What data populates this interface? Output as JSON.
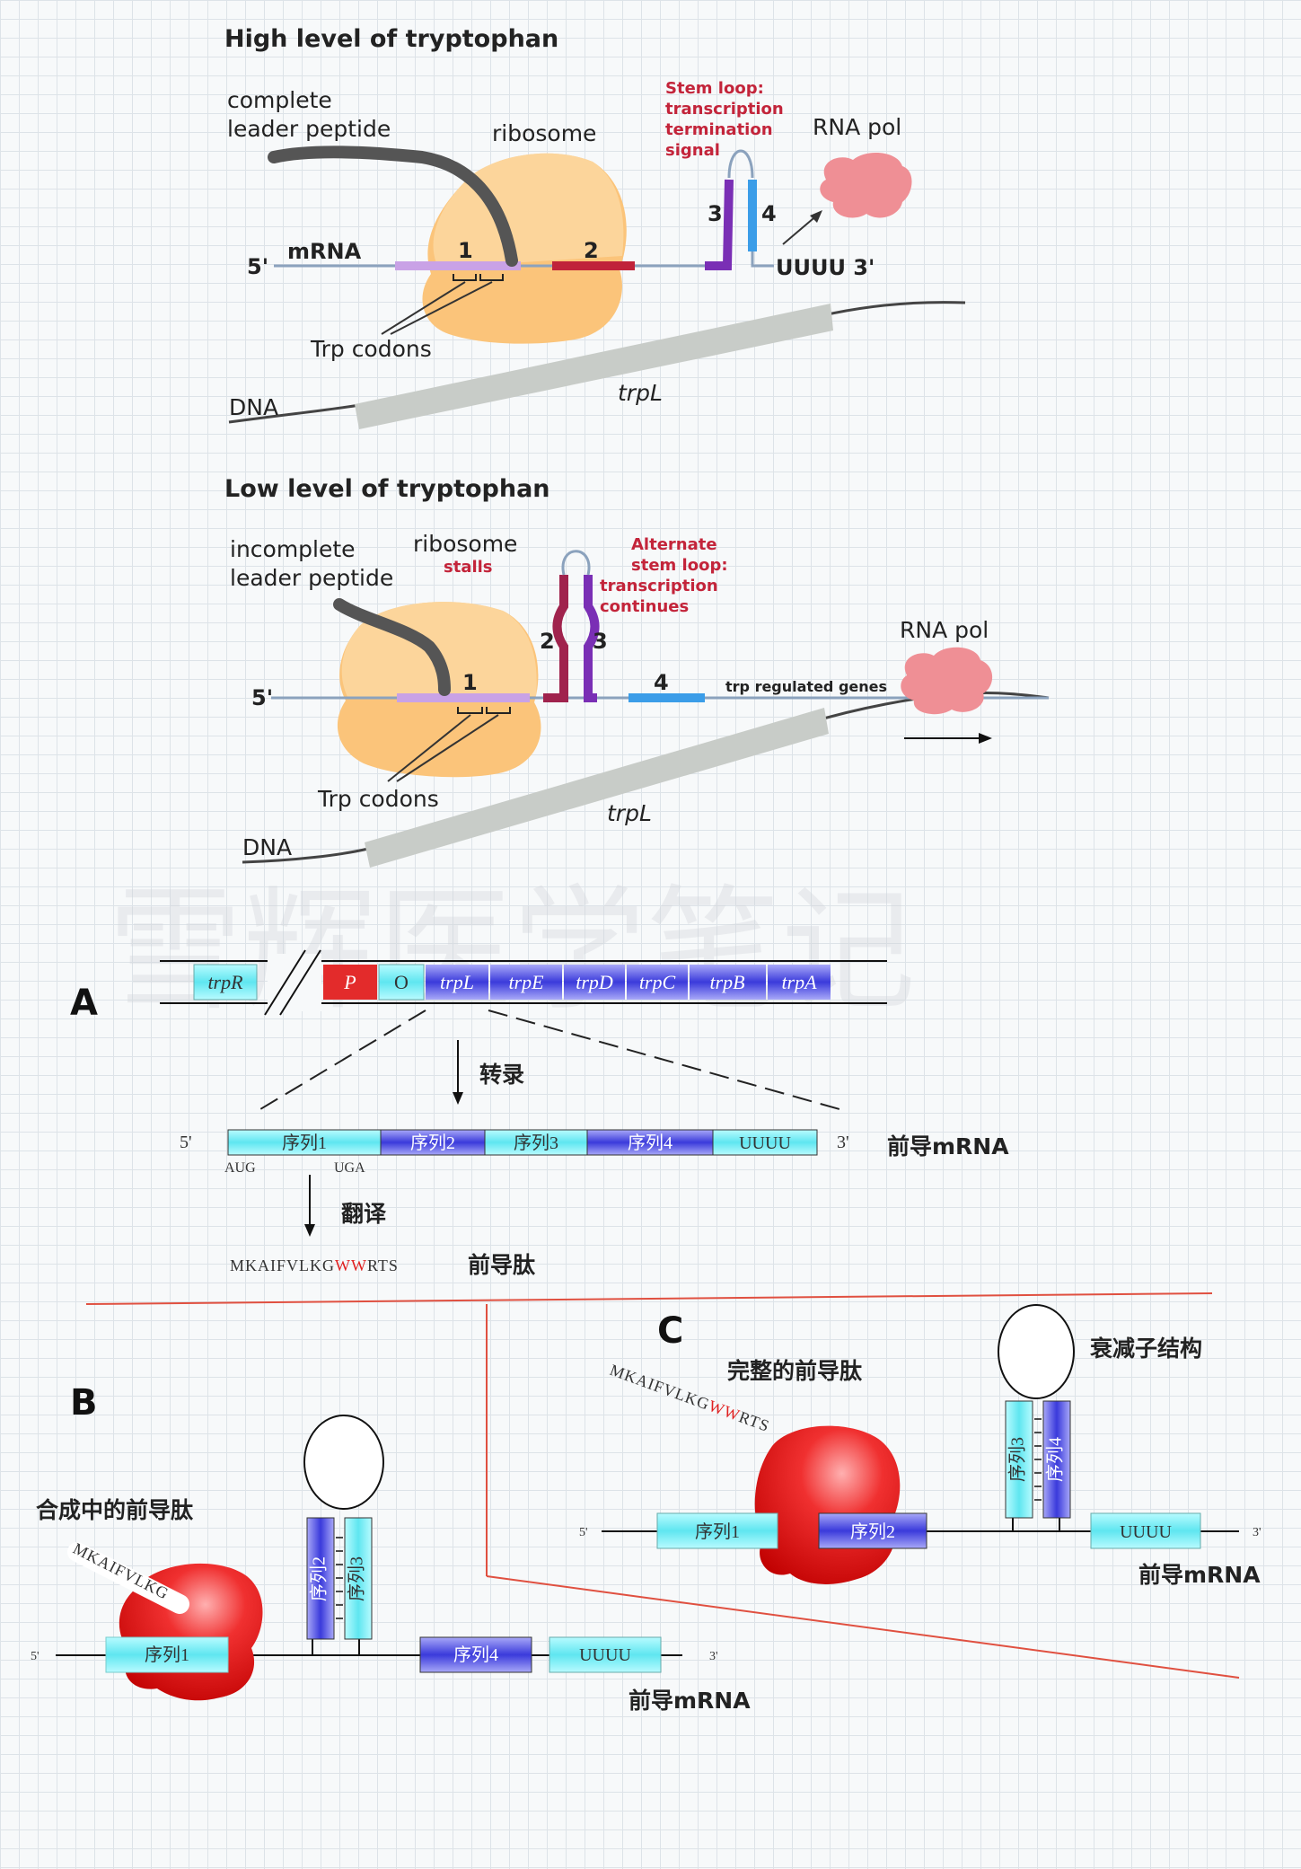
{
  "top_panel": {
    "title": "High level of tryptophan",
    "complete_peptide_line1": "complete",
    "complete_peptide_line2": "leader peptide",
    "ribosome": "ribosome",
    "stem_loop_lines": [
      "Stem loop:",
      "transcription",
      "termination",
      "signal"
    ],
    "rna_pol": "RNA pol",
    "five_prime": "5'",
    "mrna": "mRNA",
    "region1": "1",
    "region2": "2",
    "region3": "3",
    "region4": "4",
    "uuuu": "UUUU 3'",
    "trp_codons": "Trp codons",
    "dna": "DNA",
    "trpl": "trpL"
  },
  "middle_panel": {
    "title": "Low level of tryptophan",
    "incomplete_line1": "incomplete",
    "incomplete_line2": "leader peptide",
    "ribosome": "ribosome",
    "stalls": "stalls",
    "alt_loop_lines": [
      "Alternate",
      "stem loop:",
      "transcription",
      "continues"
    ],
    "rna_pol": "RNA pol",
    "five_prime": "5'",
    "region1": "1",
    "region2": "2",
    "region3": "3",
    "region4": "4",
    "trp_genes": "trp regulated genes",
    "trp_codons": "Trp codons",
    "dna": "DNA",
    "trpl": "trpL"
  },
  "watermark": "雪辉医学笔记",
  "panel_a": {
    "letter": "A",
    "operon": [
      "trpR",
      "P",
      "O",
      "trpL",
      "trpE",
      "trpD",
      "trpC",
      "trpB",
      "trpA"
    ],
    "transcription": "转录",
    "five": "5'",
    "three": "3'",
    "leader_seq": [
      "序列1",
      "序列2",
      "序列3",
      "序列4",
      "UUUU"
    ],
    "leader_mrna": "前导mRNA",
    "aug": "AUG",
    "uga": "UGA",
    "translation": "翻译",
    "peptide_start": "MKAIFVLKG",
    "peptide_ww": "WW",
    "peptide_end": "RTS",
    "leader_peptide": "前导肽"
  },
  "panel_b": {
    "letter": "B",
    "synth_peptide": "合成中的前导肽",
    "peptide": "MKAIFVLKG",
    "five": "5'",
    "three": "3'",
    "seq1": "序列1",
    "seq2": "序列2",
    "seq3": "序列3",
    "seq4": "序列4",
    "uuuu": "UUUU",
    "leader_mrna": "前导mRNA"
  },
  "panel_c": {
    "letter": "C",
    "complete_peptide": "完整的前导肽",
    "peptide_start": "MKAIFVLKG",
    "peptide_ww": "WW",
    "peptide_end": "RTS",
    "attenuator": "衰减子结构",
    "five": "5'",
    "three": "3'",
    "seq1": "序列1",
    "seq2": "序列2",
    "seq3": "序列3",
    "seq4": "序列4",
    "uuuu": "UUUU",
    "leader_mrna": "前导mRNA"
  }
}
